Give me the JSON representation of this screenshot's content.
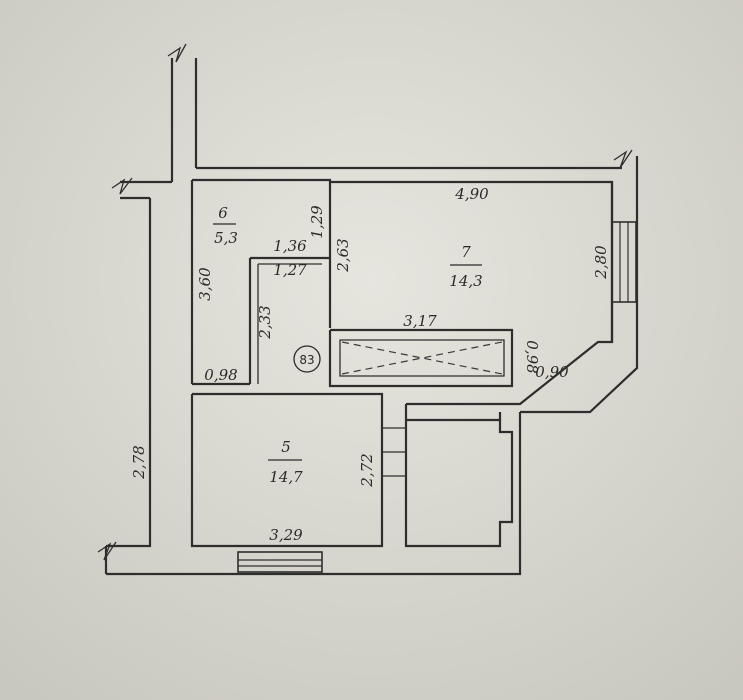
{
  "plan": {
    "apartment_number": "83",
    "rooms": [
      {
        "number": "6",
        "area": "5,3"
      },
      {
        "number": "7",
        "area": "14,3"
      },
      {
        "number": "5",
        "area": "14,7"
      }
    ],
    "dimensions": {
      "d_4_90": "4,90",
      "d_1_29": "1,29",
      "d_2_63": "2,63",
      "d_1_36": "1,36",
      "d_1_27": "1,27",
      "d_3_60": "3,60",
      "d_2_33": "2,33",
      "d_2_80": "2,80",
      "d_3_17": "3,17",
      "d_0_98_v": "0,98",
      "d_0_90": "0,90",
      "d_0_98_h": "0,98",
      "d_2_78": "2,78",
      "d_2_72": "2,72",
      "d_3_29": "3,29"
    }
  }
}
